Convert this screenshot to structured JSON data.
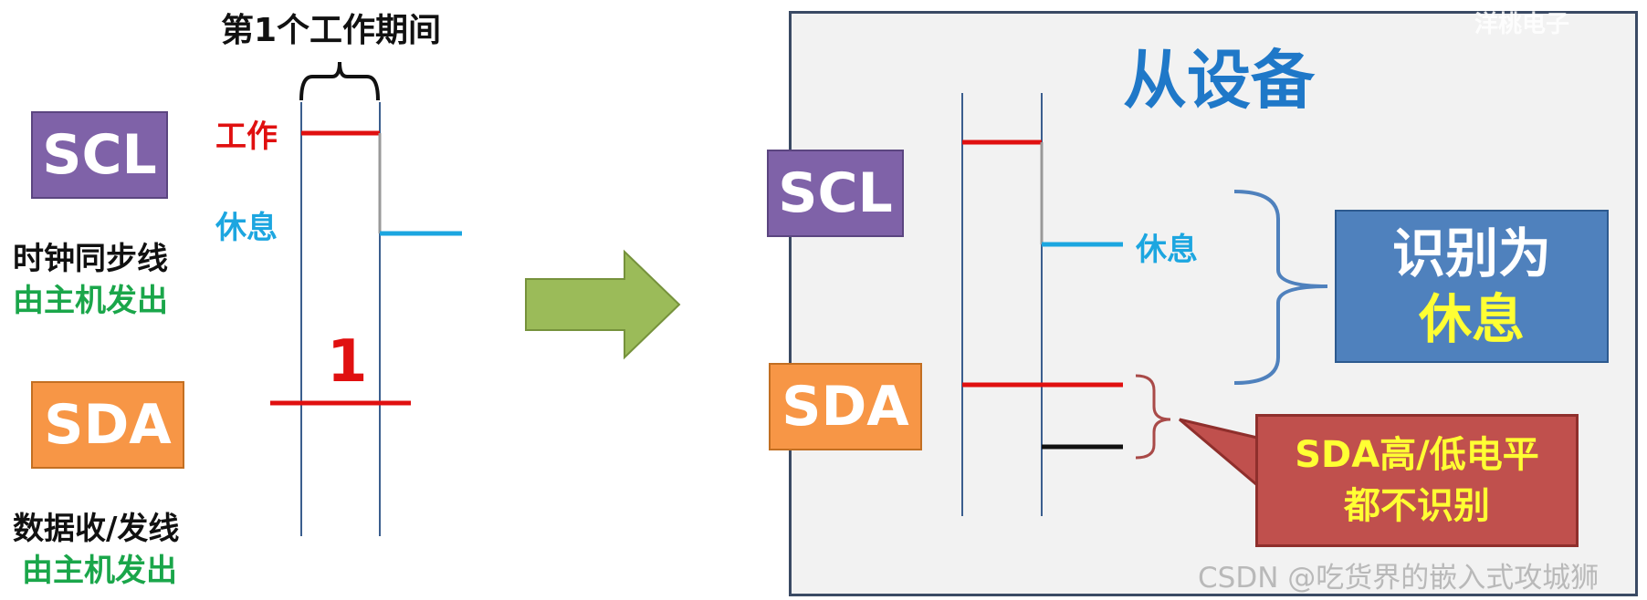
{
  "left": {
    "period_label": "第1个工作期间",
    "scl_tag": "SCL",
    "sda_tag": "SDA",
    "work_label": "工作",
    "rest_label": "休息",
    "bit_value": "1",
    "scl_caption": "时钟同步线",
    "scl_source": "由主机发出",
    "sda_caption": "数据收/发线",
    "sda_source": "由主机发出"
  },
  "right": {
    "title": "从设备",
    "scl_tag": "SCL",
    "sda_tag": "SDA",
    "rest_label": "休息",
    "recognize_line1": "识别为",
    "recognize_line2": "休息",
    "sda_note_line1": "SDA高/低电平",
    "sda_note_line2": "都不识别"
  },
  "watermarks": {
    "top": "洋桃电子",
    "bottom": "CSDN @吃货界的嵌入式攻城狮"
  },
  "colors": {
    "scl_tag": "#7f62a8",
    "sda_tag": "#f79646",
    "work_red": "#e01010",
    "rest_blue": "#1ca6e0",
    "arrow_green": "#9bbb59",
    "recognize_box": "#4f81bd",
    "note_box": "#c0504d",
    "highlight_yellow": "#ffff33",
    "title_blue": "#1f78c8"
  }
}
